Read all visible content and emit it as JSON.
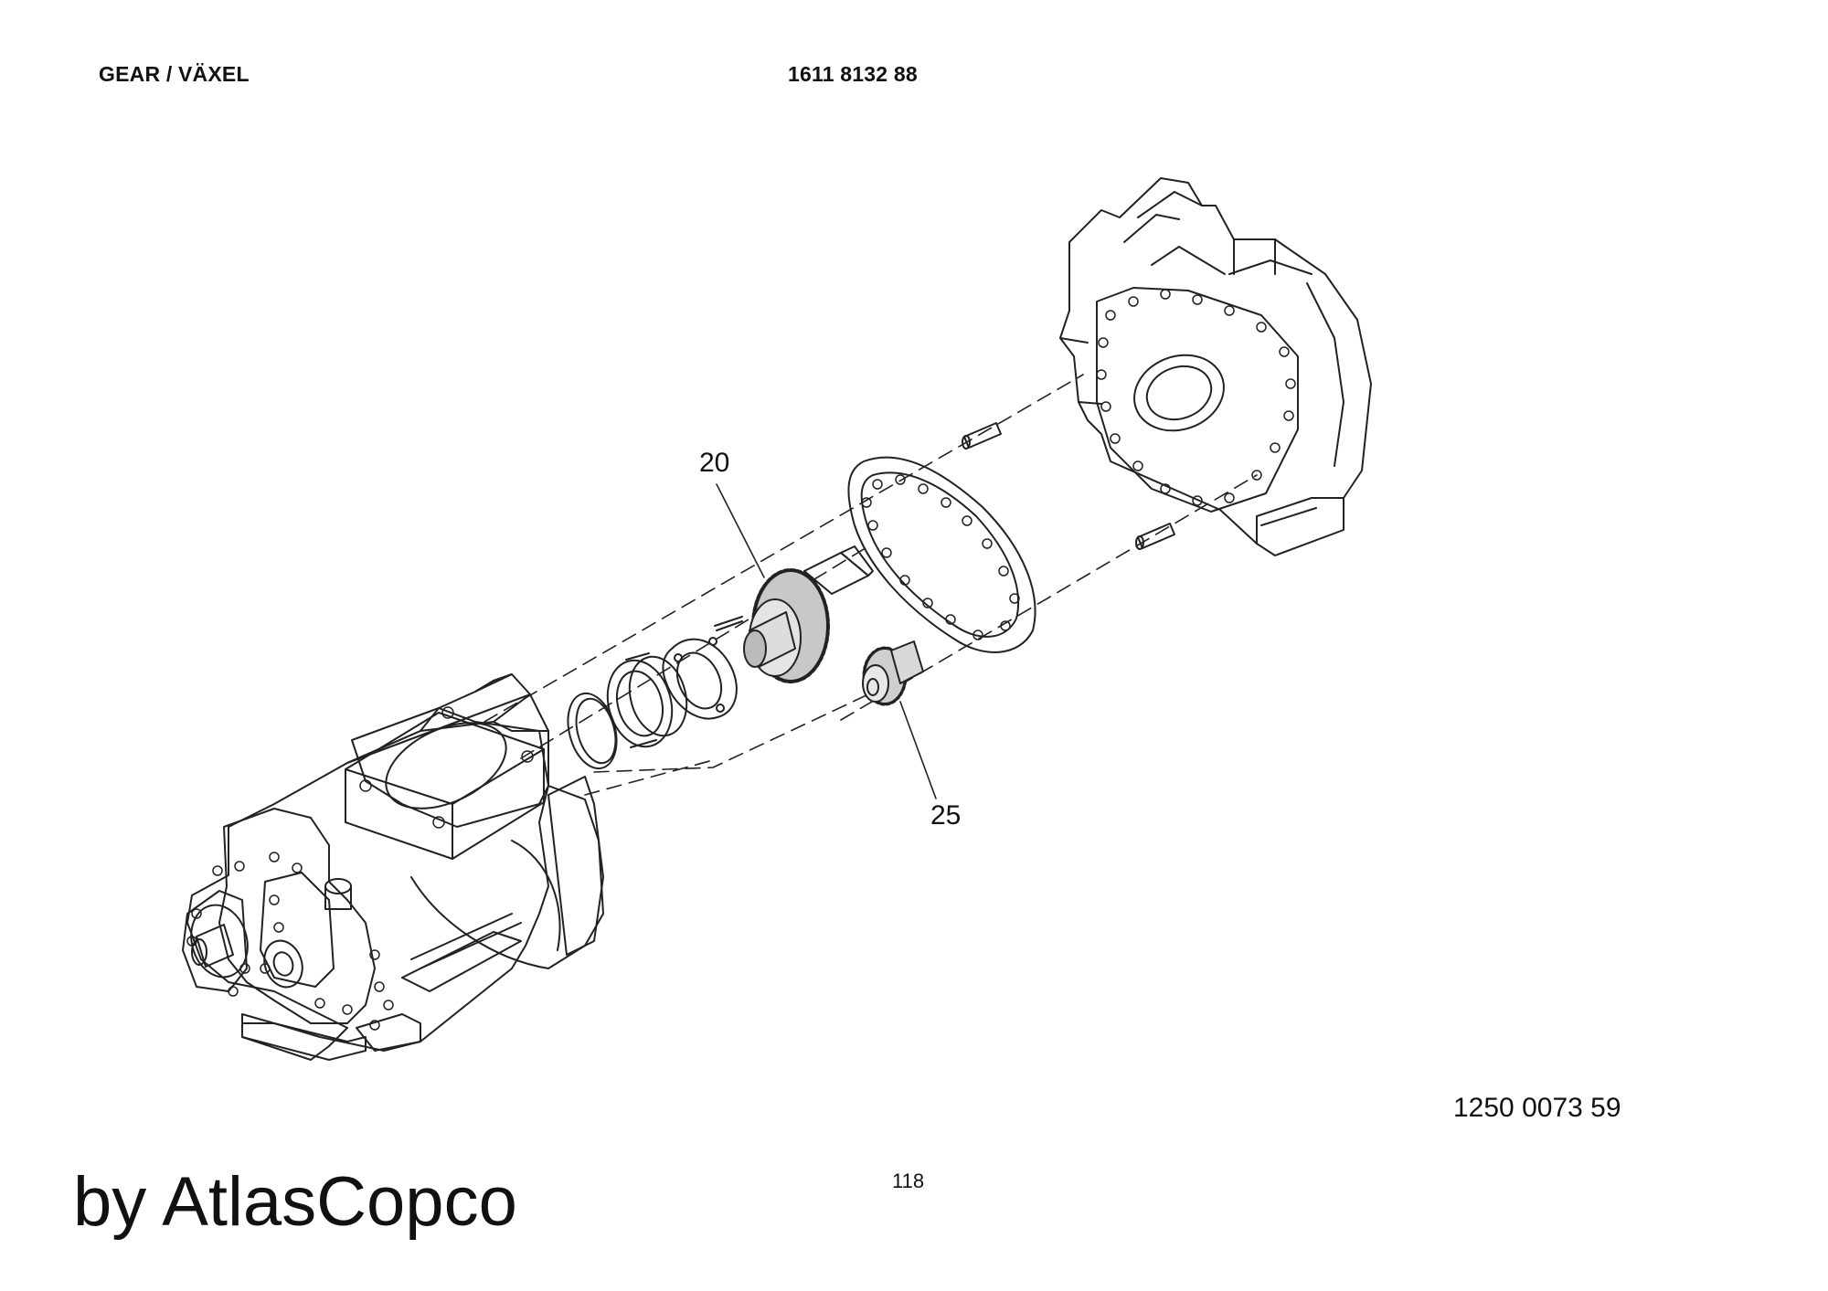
{
  "header": {
    "title": "GEAR / VÄXEL",
    "part_number": "1611 8132 88"
  },
  "callouts": {
    "item_20": "20",
    "item_25": "25"
  },
  "drawing_number": "1250 0073 59",
  "page_number": "118",
  "branding": "by AtlasCopco"
}
